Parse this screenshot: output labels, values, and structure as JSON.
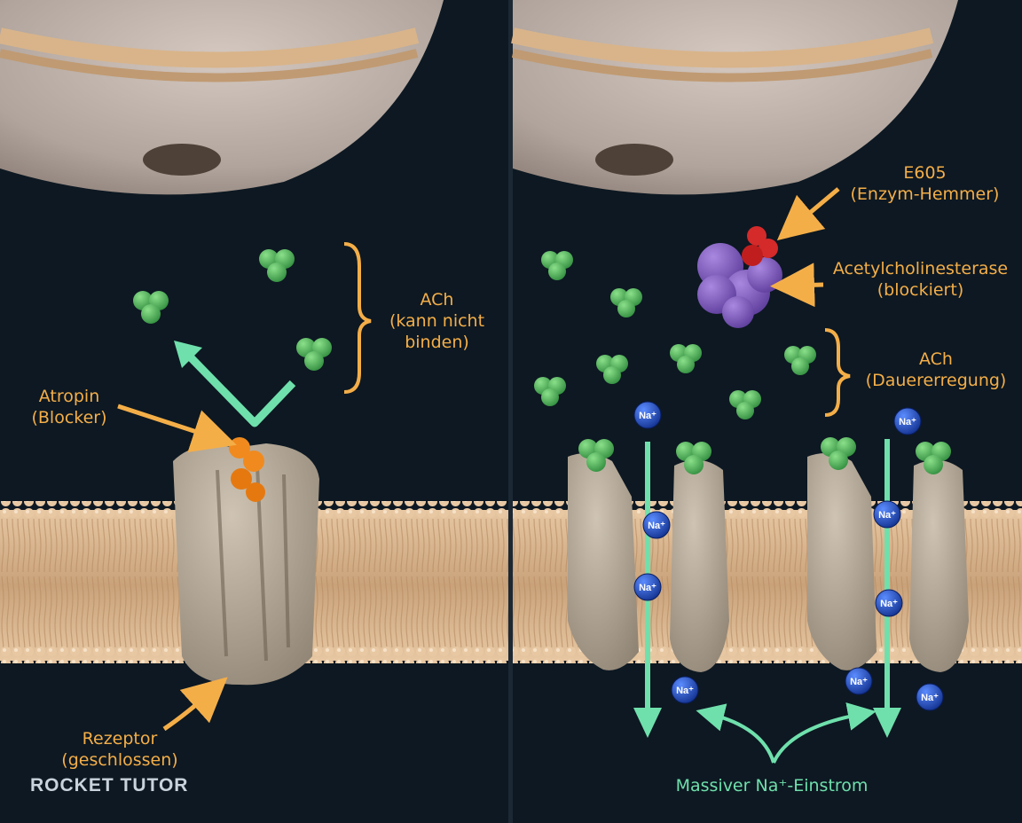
{
  "left_panel": {
    "ach_label_line1": "ACh",
    "ach_label_line2": "(kann nicht",
    "ach_label_line3": "binden)",
    "atropin_line1": "Atropin",
    "atropin_line2": "(Blocker)",
    "receptor_line1": "Rezeptor",
    "receptor_line2": "(geschlossen)"
  },
  "right_panel": {
    "e605_line1": "E605",
    "e605_line2": "(Enzym-Hemmer)",
    "ache_line1": "Acetylcholinesterase",
    "ache_line2": "(blockiert)",
    "ach_line1": "ACh",
    "ach_line2": "(Dauererregung)",
    "influx_label": "Massiver Na⁺-Einstrom",
    "ion_label": "Na⁺"
  },
  "logo": {
    "text": "ROCKET TUTOR"
  },
  "colors": {
    "background": "#0d1822",
    "label_orange": "#f4ae48",
    "label_green": "#6fe0ac",
    "ach_green": "#4fb85a",
    "atropin_orange": "#f08a1e",
    "enzyme_purple": "#7a52b8",
    "inhibitor_red": "#d42a2a",
    "ion_blue": "#1f4fc4",
    "membrane_beige": "#d9b48a",
    "receptor_grey": "#a89c8a"
  }
}
